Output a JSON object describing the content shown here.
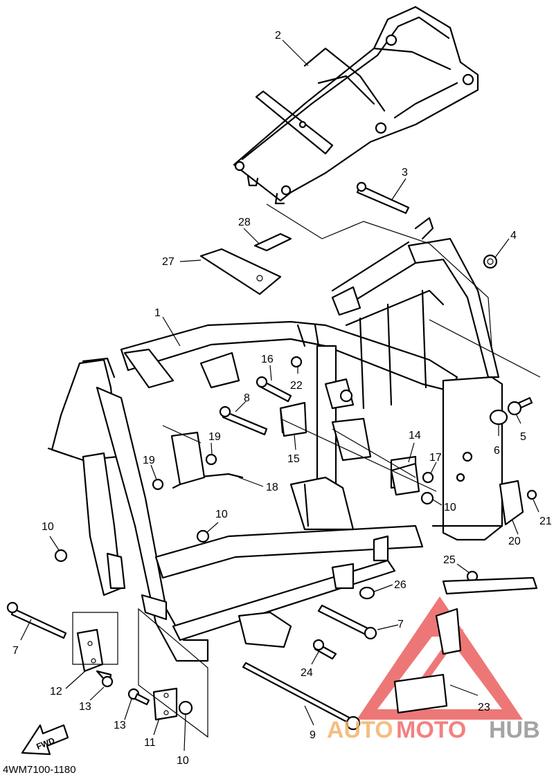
{
  "diagram": {
    "callouts": [
      {
        "id": "c2",
        "text": "2"
      },
      {
        "id": "c3",
        "text": "3"
      },
      {
        "id": "c4",
        "text": "4"
      },
      {
        "id": "c28",
        "text": "28"
      },
      {
        "id": "c27",
        "text": "27"
      },
      {
        "id": "c1",
        "text": "1"
      },
      {
        "id": "c16",
        "text": "16"
      },
      {
        "id": "c22",
        "text": "22"
      },
      {
        "id": "c8",
        "text": "8"
      },
      {
        "id": "c19a",
        "text": "19"
      },
      {
        "id": "c19b",
        "text": "19"
      },
      {
        "id": "c18",
        "text": "18"
      },
      {
        "id": "c15",
        "text": "15"
      },
      {
        "id": "c14",
        "text": "14"
      },
      {
        "id": "c17",
        "text": "17"
      },
      {
        "id": "c10a",
        "text": "10"
      },
      {
        "id": "c5",
        "text": "5"
      },
      {
        "id": "c6",
        "text": "6"
      },
      {
        "id": "c21",
        "text": "21"
      },
      {
        "id": "c20",
        "text": "20"
      },
      {
        "id": "c10b",
        "text": "10"
      },
      {
        "id": "c10c",
        "text": "10"
      },
      {
        "id": "c25",
        "text": "25"
      },
      {
        "id": "c26",
        "text": "26"
      },
      {
        "id": "c7a",
        "text": "7"
      },
      {
        "id": "c7b",
        "text": "7"
      },
      {
        "id": "c24",
        "text": "24"
      },
      {
        "id": "c23",
        "text": "23"
      },
      {
        "id": "c12",
        "text": "12"
      },
      {
        "id": "c13a",
        "text": "13"
      },
      {
        "id": "c13b",
        "text": "13"
      },
      {
        "id": "c11",
        "text": "11"
      },
      {
        "id": "c10d",
        "text": "10"
      },
      {
        "id": "c9",
        "text": "9"
      }
    ],
    "fwd_label": "FWD",
    "drawing_code": "4WM7100-1180"
  },
  "watermark": {
    "part1": "AUTO",
    "part2": "MOTO",
    "part3": "HUB",
    "colors": {
      "auto": "#f2b36b",
      "moto": "#f06b6b",
      "hub": "#9a9a9a",
      "triangle": "#e84a4a"
    }
  }
}
